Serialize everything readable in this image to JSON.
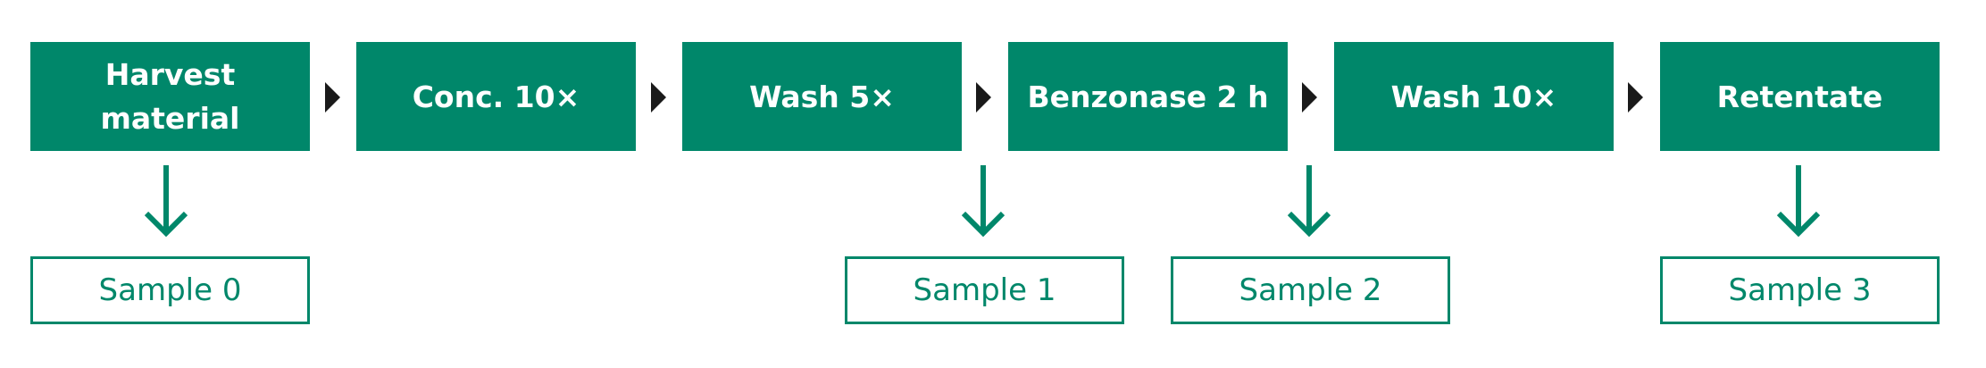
{
  "colors": {
    "step_fill": "#00876a",
    "step_text": "#ffffff",
    "sample_border": "#00876a",
    "arrow": "#00876a",
    "chevron": "#1a1a1a"
  },
  "steps": [
    {
      "label": "Harvest\nmaterial"
    },
    {
      "label": "Conc. 10×"
    },
    {
      "label": "Wash 5×"
    },
    {
      "label": "Benzonase 2 h"
    },
    {
      "label": "Wash 10×"
    },
    {
      "label": "Retentate"
    }
  ],
  "samples": [
    {
      "label": "Sample 0"
    },
    {
      "label": "Sample 1"
    },
    {
      "label": "Sample 2"
    },
    {
      "label": "Sample 3"
    }
  ]
}
